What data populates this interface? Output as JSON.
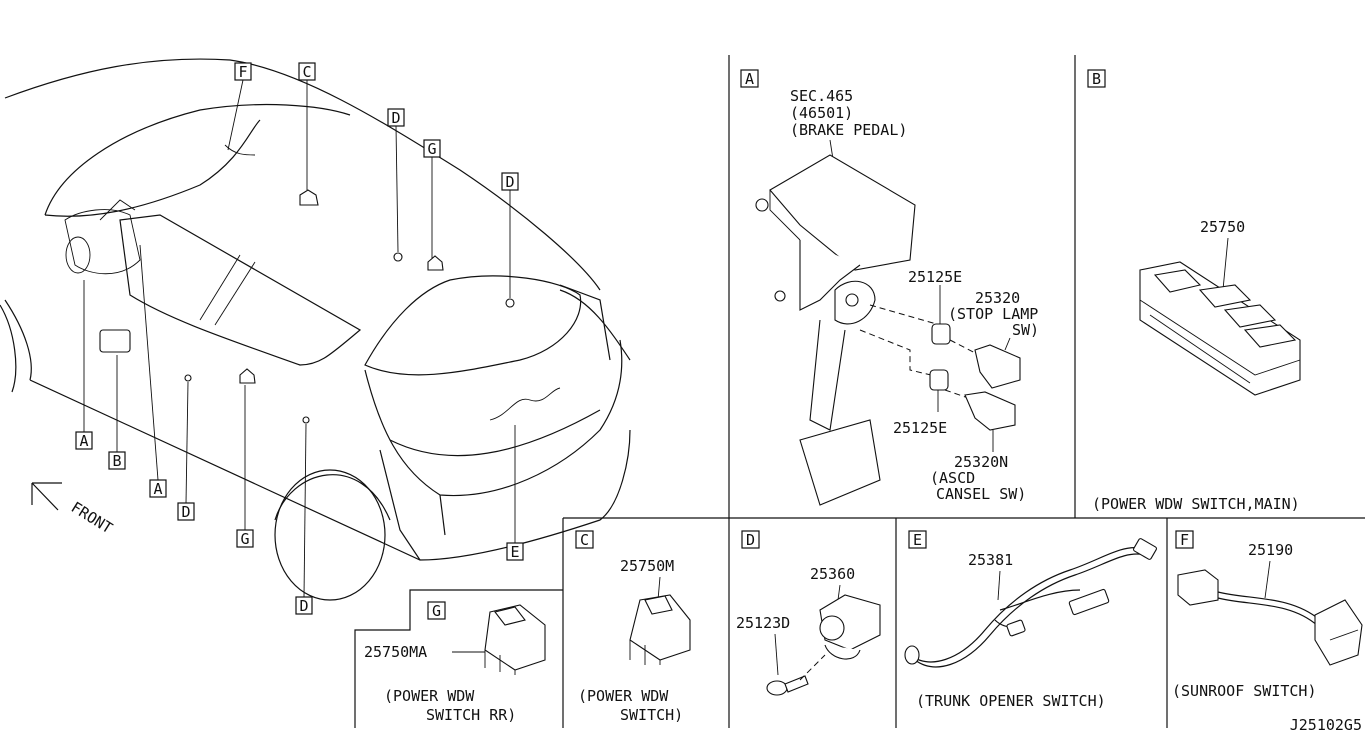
{
  "car_callouts": [
    "F",
    "C",
    "D",
    "G",
    "D",
    "A",
    "B",
    "A",
    "D",
    "G",
    "D",
    "E"
  ],
  "front_label": "FRONT",
  "panels": {
    "A": {
      "letter": "A",
      "sec_lines": [
        "SEC.465",
        "(46501)",
        "(BRAKE PEDAL)"
      ],
      "parts": {
        "p25125e_top": "25125E",
        "p25320": "25320",
        "p25320_desc": [
          "(STOP LAMP",
          "SW)"
        ],
        "p25125e_bottom": "25125E",
        "p25320n": "25320N",
        "p25320n_desc": [
          "(ASCD",
          "CANSEL SW)"
        ]
      }
    },
    "B": {
      "letter": "B",
      "part": "25750",
      "caption": "(POWER WDW SWITCH,MAIN)"
    },
    "C": {
      "letter": "C",
      "part": "25750M",
      "caption": [
        "(POWER WDW",
        "SWITCH)"
      ]
    },
    "D": {
      "letter": "D",
      "part_a": "25360",
      "part_b": "25123D"
    },
    "E": {
      "letter": "E",
      "part": "25381",
      "caption": "(TRUNK OPENER SWITCH)"
    },
    "F": {
      "letter": "F",
      "part": "25190",
      "caption": "(SUNROOF SWITCH)"
    },
    "G": {
      "letter": "G",
      "part": "25750MA",
      "caption": [
        "(POWER WDW",
        "SWITCH RR)"
      ]
    }
  },
  "diagram_code": "J25102G5"
}
